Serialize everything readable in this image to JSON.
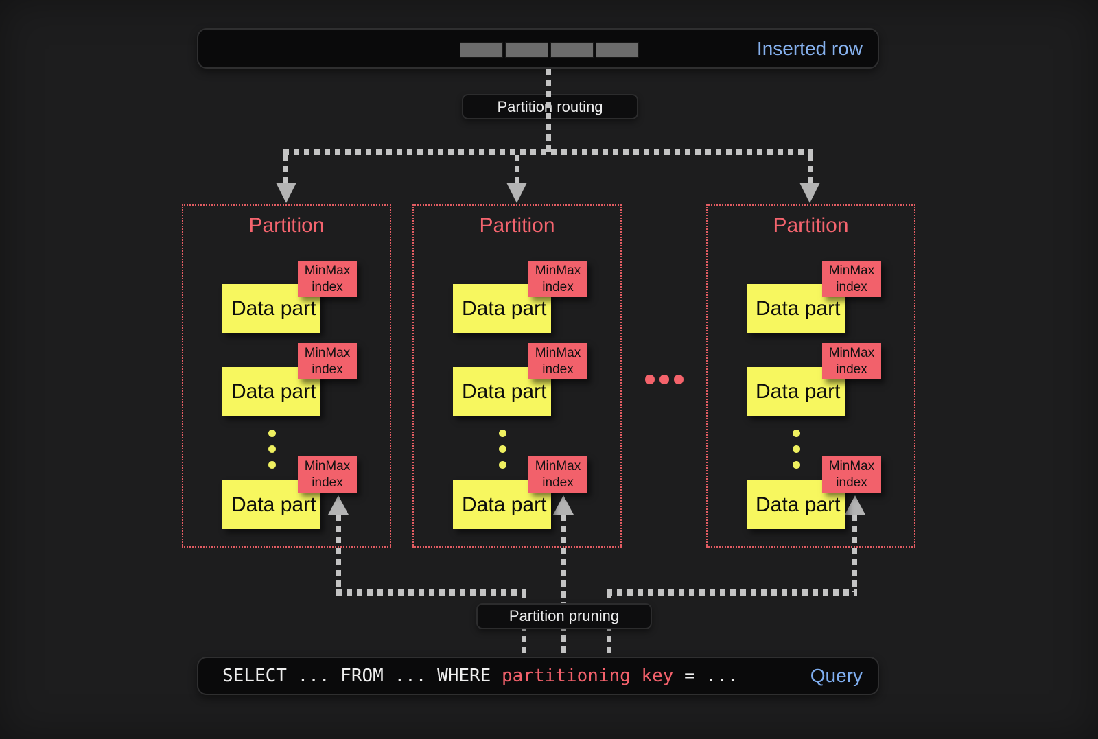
{
  "inserted_row": {
    "label": "Inserted row",
    "cell_count": 4
  },
  "routing_label": "Partition routing",
  "pruning_label": "Partition pruning",
  "ellipsis": "...",
  "partitions": [
    {
      "title": "Partition",
      "parts": [
        {
          "part_label": "Data part",
          "index_label": "MinMax index"
        },
        {
          "part_label": "Data part",
          "index_label": "MinMax index"
        },
        {
          "part_label": "Data part",
          "index_label": "MinMax index"
        }
      ]
    },
    {
      "title": "Partition",
      "parts": [
        {
          "part_label": "Data part",
          "index_label": "MinMax index"
        },
        {
          "part_label": "Data part",
          "index_label": "MinMax index"
        },
        {
          "part_label": "Data part",
          "index_label": "MinMax index"
        }
      ]
    },
    {
      "title": "Partition",
      "parts": [
        {
          "part_label": "Data part",
          "index_label": "MinMax index"
        },
        {
          "part_label": "Data part",
          "index_label": "MinMax index"
        },
        {
          "part_label": "Data part",
          "index_label": "MinMax index"
        }
      ]
    }
  ],
  "query": {
    "sql_prefix": "SELECT ... FROM ... WHERE ",
    "sql_key": "partitioning_key",
    "sql_suffix": " = ...",
    "label": "Query"
  },
  "colors": {
    "accent_blue": "#86b1ee",
    "accent_red": "#f2616b",
    "part_yellow": "#f7f75f",
    "border_red": "#e25c62",
    "dash_gray": "#c4c4c4"
  }
}
